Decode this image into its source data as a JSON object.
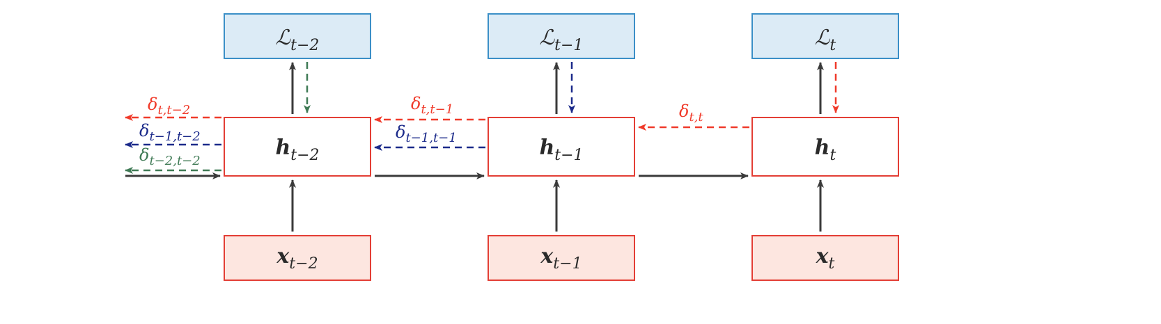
{
  "colors": {
    "loss_fill": "#dcebf6",
    "loss_stroke": "#3b8fc7",
    "hidden_fill": "#ffffff",
    "hidden_stroke": "#e33e35",
    "input_fill": "#fde6e0",
    "input_stroke": "#e33e35",
    "forward_arrow": "#3a3a3a",
    "delta_red": "#f03a2a",
    "delta_blue": "#1b2a8a",
    "delta_green": "#3f7a55"
  },
  "nodes": {
    "loss": [
      {
        "main": "ℒ",
        "sub": "t−2"
      },
      {
        "main": "ℒ",
        "sub": "t−1"
      },
      {
        "main": "ℒ",
        "sub": "t"
      }
    ],
    "hidden": [
      {
        "main": "h",
        "sub": "t−2"
      },
      {
        "main": "h",
        "sub": "t−1"
      },
      {
        "main": "h",
        "sub": "t"
      }
    ],
    "input": [
      {
        "main": "x",
        "sub": "t−2"
      },
      {
        "main": "x",
        "sub": "t−1"
      },
      {
        "main": "x",
        "sub": "t"
      }
    ]
  },
  "gradients": [
    {
      "main": "δ",
      "sub": "t,t−2",
      "color": "red"
    },
    {
      "main": "δ",
      "sub": "t−1,t−2",
      "color": "blue"
    },
    {
      "main": "δ",
      "sub": "t−2,t−2",
      "color": "green"
    },
    {
      "main": "δ",
      "sub": "t,t−1",
      "color": "red"
    },
    {
      "main": "δ",
      "sub": "t−1,t−1",
      "color": "blue"
    },
    {
      "main": "δ",
      "sub": "t,t",
      "color": "red"
    }
  ]
}
